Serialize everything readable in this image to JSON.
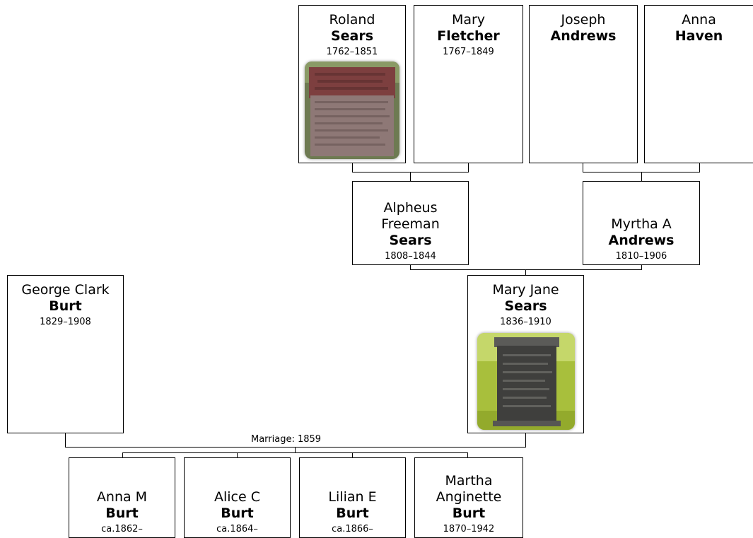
{
  "people": {
    "roland": {
      "given": [
        "Roland"
      ],
      "surname": "Sears",
      "dates": "1762–1851"
    },
    "mary_f": {
      "given": [
        "Mary"
      ],
      "surname": "Fletcher",
      "dates": "1767–1849"
    },
    "joseph": {
      "given": [
        "Joseph"
      ],
      "surname": "Andrews",
      "dates": ""
    },
    "anna_h": {
      "given": [
        "Anna"
      ],
      "surname": "Haven",
      "dates": ""
    },
    "alpheus": {
      "given": [
        "Alpheus",
        "Freeman"
      ],
      "surname": "Sears",
      "dates": "1808–1844"
    },
    "myrtha": {
      "given": [
        "Myrtha A"
      ],
      "surname": "Andrews",
      "dates": "1810–1906"
    },
    "george": {
      "given": [
        "George Clark"
      ],
      "surname": "Burt",
      "dates": "1829–1908"
    },
    "maryjane": {
      "given": [
        "Mary Jane"
      ],
      "surname": "Sears",
      "dates": "1836–1910"
    },
    "annam": {
      "given": [
        "Anna M"
      ],
      "surname": "Burt",
      "dates": "ca.1862–"
    },
    "alicec": {
      "given": [
        "Alice C"
      ],
      "surname": "Burt",
      "dates": "ca.1864–"
    },
    "liliane": {
      "given": [
        "Lilian E"
      ],
      "surname": "Burt",
      "dates": "ca.1866–"
    },
    "martha": {
      "given": [
        "Martha",
        "Anginette"
      ],
      "surname": "Burt",
      "dates": "1870–1942"
    }
  },
  "marriage_label": "Marriage: 1859",
  "colors": {
    "line": "#000000",
    "box_border": "#000000"
  }
}
